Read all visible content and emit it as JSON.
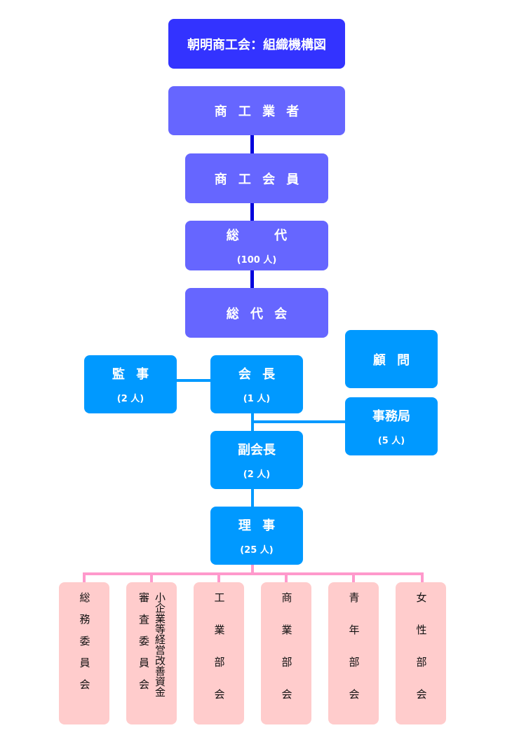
{
  "title": "朝明商工会：組織機構図",
  "colors": {
    "title": "#3333ff",
    "upper_tier": "#6666ff",
    "officers": "#0099ff",
    "committees": "#ffcccc",
    "upper_connector": "#0000dd",
    "committee_connector": "#ff99cc"
  },
  "nodes": {
    "shokogyosha": {
      "label": "商工業者"
    },
    "shokokaiin": {
      "label": "商工会員"
    },
    "sodai": {
      "label": "総　代",
      "count": "(100 人)"
    },
    "sodaikai": {
      "label": "総代会"
    },
    "kanji": {
      "label": "監事",
      "count": "(2 人)"
    },
    "kaicho": {
      "label": "会長",
      "count": "(1 人)"
    },
    "komon": {
      "label": "顧問"
    },
    "jimukyoku": {
      "label": "事務局",
      "count": "(5 人)"
    },
    "fukukaicho": {
      "label": "副会長",
      "count": "(2 人)"
    },
    "riji": {
      "label": "理事",
      "count": "(25 人)"
    }
  },
  "committees": [
    {
      "label": "総務委員会"
    },
    {
      "label": "審査委員会",
      "sub_label": "小企業等経営改善資金"
    },
    {
      "label": "工業部会"
    },
    {
      "label": "商業部会"
    },
    {
      "label": "青年部会"
    },
    {
      "label": "女性部会"
    }
  ]
}
